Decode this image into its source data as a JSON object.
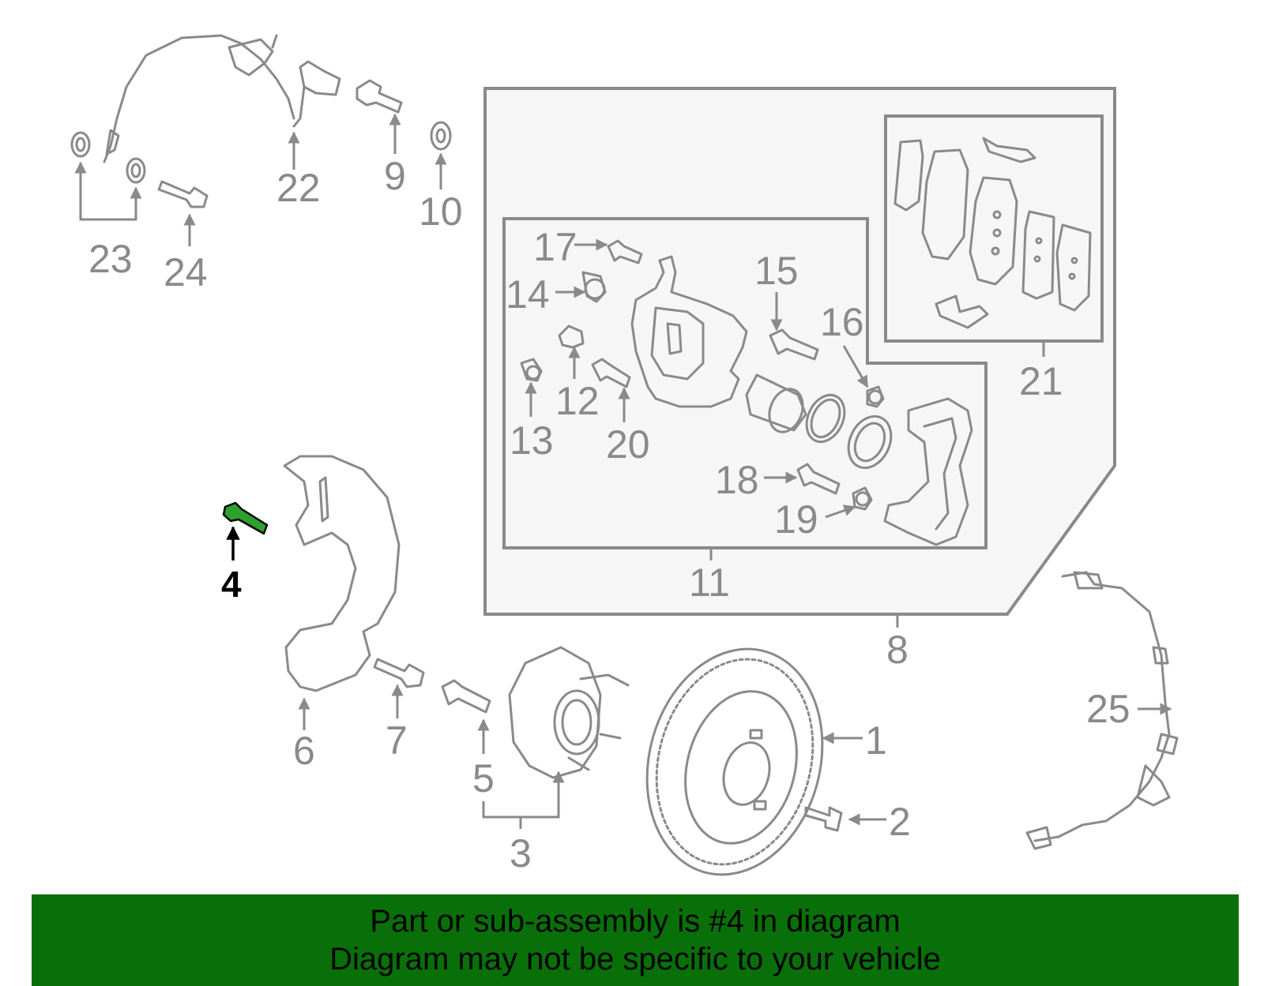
{
  "highlight_color": "#097009",
  "callouts": {
    "c1": "1",
    "c2": "2",
    "c3": "3",
    "c4": "4",
    "c5": "5",
    "c6": "6",
    "c7": "7",
    "c8": "8",
    "c9": "9",
    "c10": "10",
    "c11": "11",
    "c12": "12",
    "c13": "13",
    "c14": "14",
    "c15": "15",
    "c16": "16",
    "c17": "17",
    "c18": "18",
    "c19": "19",
    "c20": "20",
    "c21": "21",
    "c22": "22",
    "c23": "23",
    "c24": "24",
    "c25": "25"
  },
  "banner": {
    "line1": "Part or sub-assembly is #4 in diagram",
    "line2": "Diagram may not be specific to your vehicle"
  }
}
